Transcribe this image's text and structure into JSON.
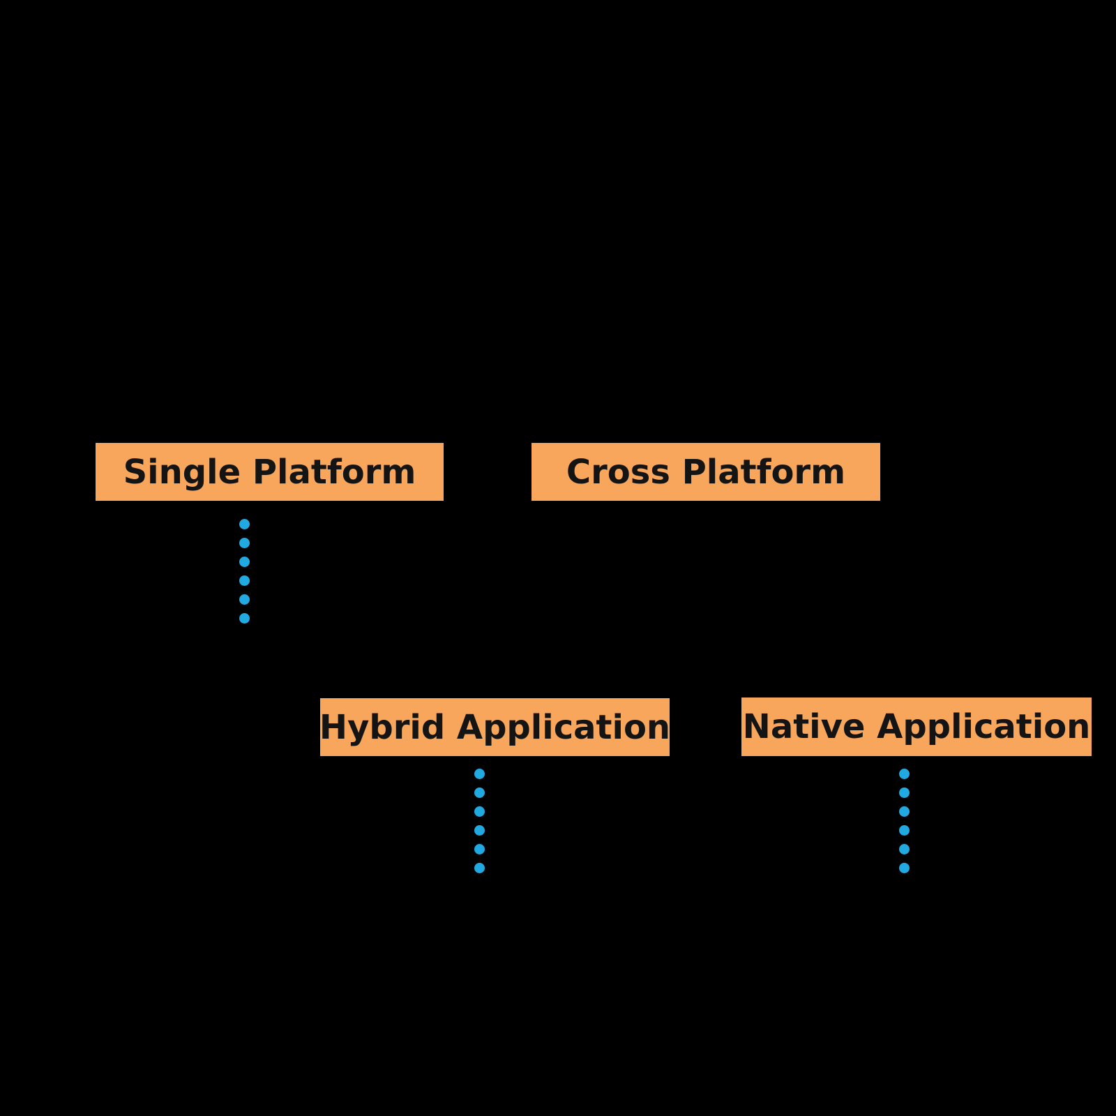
{
  "diagram": {
    "background_color": "#000000",
    "node_fill_color": "#F7A65C",
    "node_text_color": "#141414",
    "connector_dot_color": "#21A9E1",
    "nodes": [
      {
        "id": "single-platform",
        "label": "Single Platform"
      },
      {
        "id": "cross-platform",
        "label": "Cross Platform"
      },
      {
        "id": "hybrid-application",
        "label": "Hybrid Application"
      },
      {
        "id": "native-application",
        "label": "Native Application"
      }
    ],
    "connectors": [
      {
        "from": "single-platform",
        "style": "dotted",
        "dots": 6
      },
      {
        "from": "hybrid-application",
        "style": "dotted",
        "dots": 6
      },
      {
        "from": "native-application",
        "style": "dotted",
        "dots": 6
      }
    ]
  }
}
